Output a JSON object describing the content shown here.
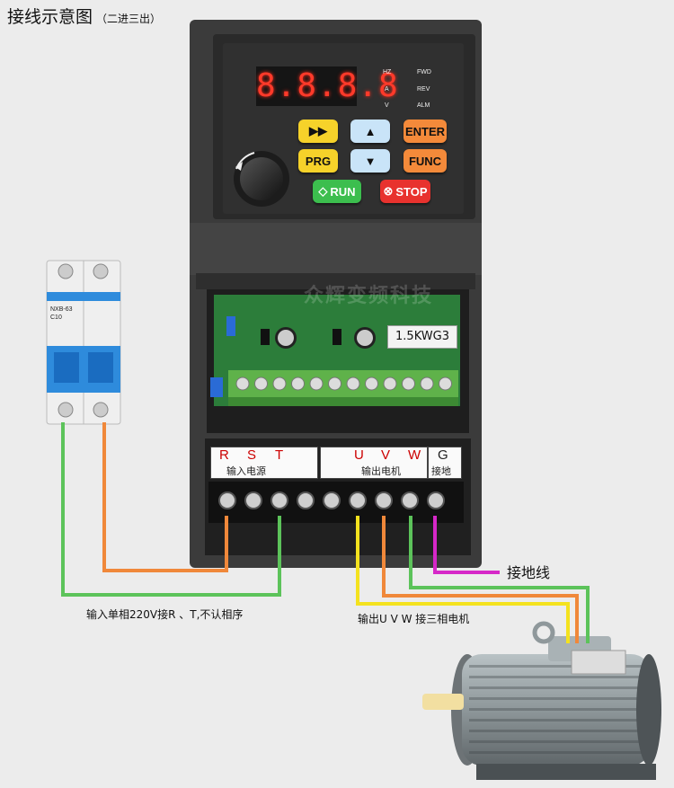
{
  "title": "接线示意图",
  "title_sub": "（二进三出）",
  "display": "8.8.8.8",
  "indicators": {
    "hz": "HZ",
    "a": "A",
    "v": "V",
    "fwd": "FWD",
    "rev": "REV",
    "alm": "ALM"
  },
  "buttons": {
    "shift": "▶▶",
    "up": "▲",
    "enter": "ENTER",
    "prg": "PRG",
    "down": "▼",
    "func": "FUNC",
    "run": "RUN",
    "stop": "STOP"
  },
  "board_label": "1.5KWG3",
  "watermark": "众辉变频科技",
  "breaker": {
    "model": "NXB-63",
    "rating": "C10"
  },
  "terminals": {
    "r": "R",
    "s": "S",
    "t": "T",
    "u": "U",
    "v": "V",
    "w": "W",
    "g": "G",
    "input_label": "输入电源",
    "output_label": "输出电机",
    "ground_label": "接地"
  },
  "notes": {
    "input": "输入单相220V接R 、T,不认相序",
    "output": "输出U V W 接三相电机",
    "ground": "接地线"
  },
  "colors": {
    "wire_green": "#5cc35a",
    "wire_orange": "#f0883a",
    "wire_yellow": "#f4e21e",
    "wire_magenta": "#d628c8",
    "btn_yellow": "#f6d22a",
    "btn_blue": "#c9e4f8",
    "btn_orange": "#f48a3a",
    "btn_green": "#3cbe4e",
    "btn_red": "#e8322e"
  }
}
